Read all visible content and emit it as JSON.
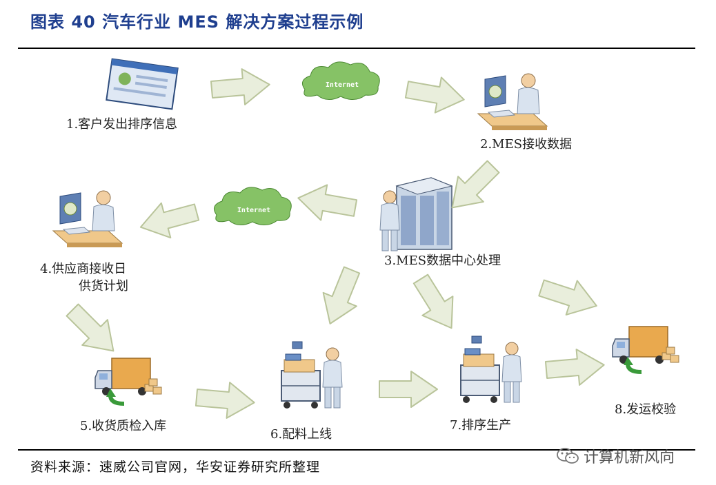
{
  "header": {
    "title": "图表 40 汽车行业 MES 解决方案过程示例"
  },
  "steps": {
    "s1": "1.客户发出排序信息",
    "s2": "2.MES接收数据",
    "s3": "3.MES数据中心处理",
    "s4_line1": "4.供应商接收日",
    "s4_line2": "供货计划",
    "s5": "5.收货质检入库",
    "s6": "6.配料上线",
    "s7": "7.排序生产",
    "s8": "8.发运校验"
  },
  "clouds": {
    "c1": "Internet",
    "c2": "Internet"
  },
  "footer": {
    "source": "资料来源：速威公司官网，华安证券研究所整理",
    "watermark": "计算机新风向"
  },
  "colors": {
    "title": "#1f3f8f",
    "arrow_fill": "#e9eedc",
    "arrow_stroke": "#b9c49a",
    "cloud": "#86c266",
    "screen": "#3f6fb8"
  }
}
